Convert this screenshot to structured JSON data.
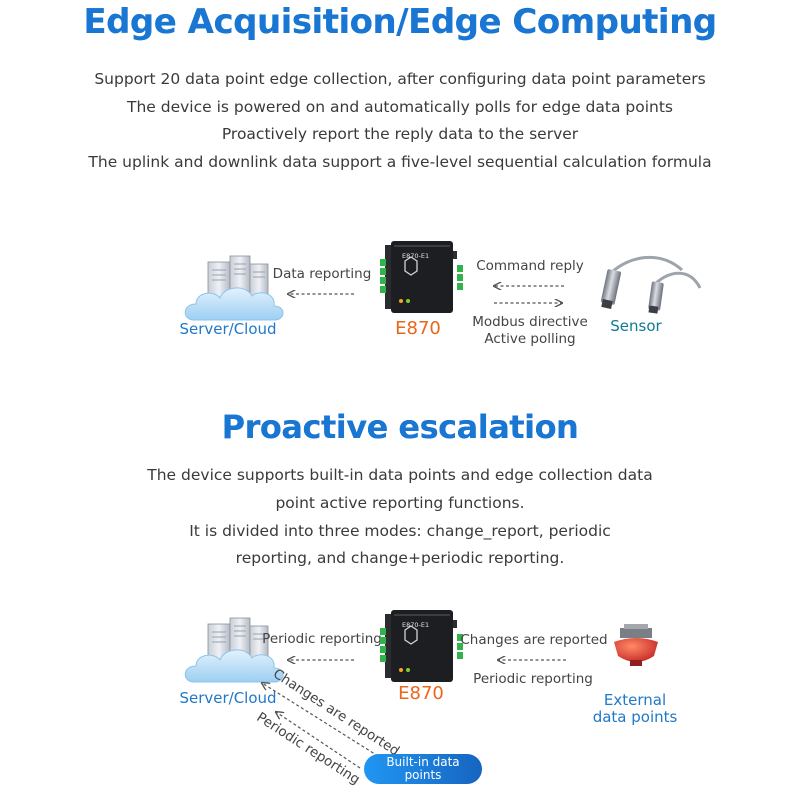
{
  "section1": {
    "title": "Edge Acquisition/Edge Computing",
    "lines": [
      "Support 20 data point edge collection, after configuring data point parameters",
      "The device is powered on and automatically polls for edge data points",
      "Proactively report the reply data to the server",
      "The uplink and downlink data support a five-level sequential calculation formula"
    ],
    "diagram": {
      "server_label": "Server/Cloud",
      "device_label": "E870",
      "device_silkscreen": "E870-E1",
      "sensor_label": "Sensor",
      "data_reporting": "Data reporting",
      "command_reply": "Command reply",
      "modbus_line1": "Modbus directive",
      "modbus_line2": "Active polling"
    }
  },
  "section2": {
    "title": "Proactive escalation",
    "lines": [
      "The device supports built-in data points and edge collection data",
      "point active reporting functions.",
      "It is divided into three modes: change_report, periodic",
      "reporting, and change+periodic reporting."
    ],
    "diagram": {
      "server_label": "Server/Cloud",
      "device_label": "E870",
      "device_silkscreen": "E870-E1",
      "periodic_top": "Periodic reporting",
      "changes_right": "Changes are reported",
      "periodic_right": "Periodic reporting",
      "external_line1": "External",
      "external_line2": "data points",
      "diag_changes": "Changes are reported",
      "diag_periodic": "Periodic reporting",
      "builtin_line1": "Built-in data",
      "builtin_line2": "points"
    }
  },
  "colors": {
    "title_blue": "#1976d2",
    "label_blue": "#1f78c8",
    "device_orange": "#e8671c",
    "sensor_teal": "#0e7a90",
    "cloud_blue": "#bfe0f7",
    "badge_blue": "#1e88e5",
    "terminal_green": "#2fb34a"
  }
}
